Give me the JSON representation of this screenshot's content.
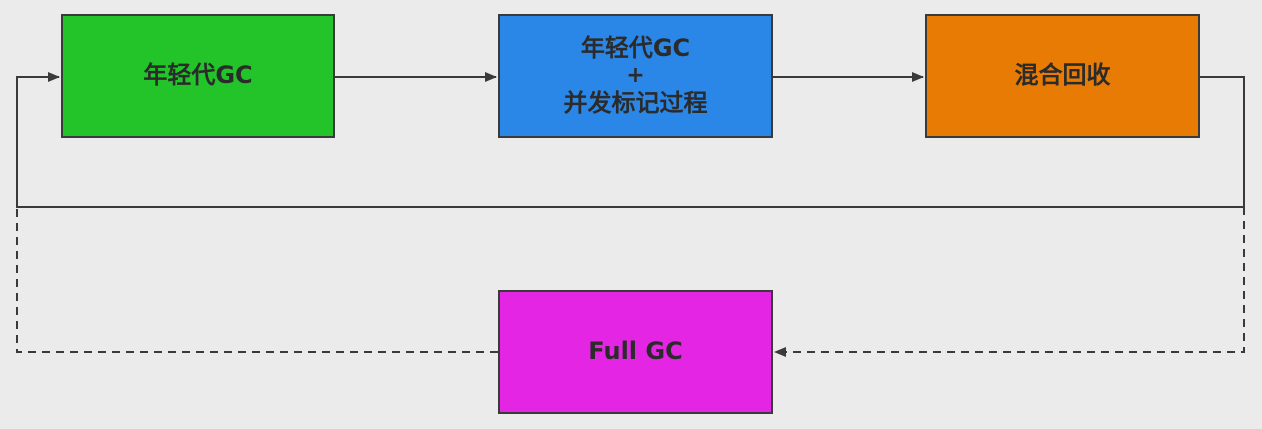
{
  "nodes": {
    "young_gc": {
      "label": "年轻代GC",
      "color": "#22c42a"
    },
    "young_gc_concurrent_mark": {
      "line1": "年轻代GC",
      "line2": "+",
      "line3": "并发标记过程",
      "color": "#2a87e8"
    },
    "mixed_collection": {
      "label": "混合回收",
      "color": "#e77b04"
    },
    "full_gc": {
      "label": "Full GC",
      "color": "#e426e4"
    }
  },
  "edges": [
    {
      "from": "young_gc",
      "to": "young_gc_concurrent_mark",
      "style": "solid"
    },
    {
      "from": "young_gc_concurrent_mark",
      "to": "mixed_collection",
      "style": "solid"
    },
    {
      "from": "mixed_collection",
      "to": "young_gc",
      "style": "solid"
    },
    {
      "from": "mixed_collection",
      "to": "full_gc",
      "style": "dashed"
    },
    {
      "from": "full_gc",
      "to": "young_gc",
      "style": "dashed"
    }
  ],
  "colors": {
    "line": "#3a3a3a"
  }
}
